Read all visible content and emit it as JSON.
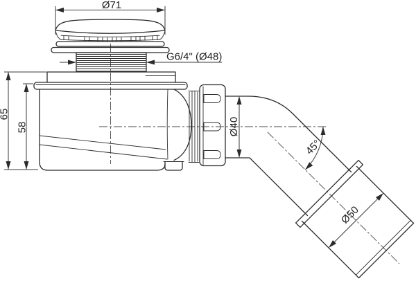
{
  "drawing": {
    "kind": "technical-drawing",
    "ink_color": "#2b2b2b",
    "background_color": "#ffffff",
    "dimensions": {
      "cap_diameter_label": "Ø71",
      "thread_label": "G6/4\" (Ø48)",
      "overall_height_label": "65",
      "body_height_label": "58",
      "outlet_diameter_label": "Ø40",
      "elbow_angle_label": "45°",
      "pipe_diameter_label": "Ø50"
    }
  }
}
